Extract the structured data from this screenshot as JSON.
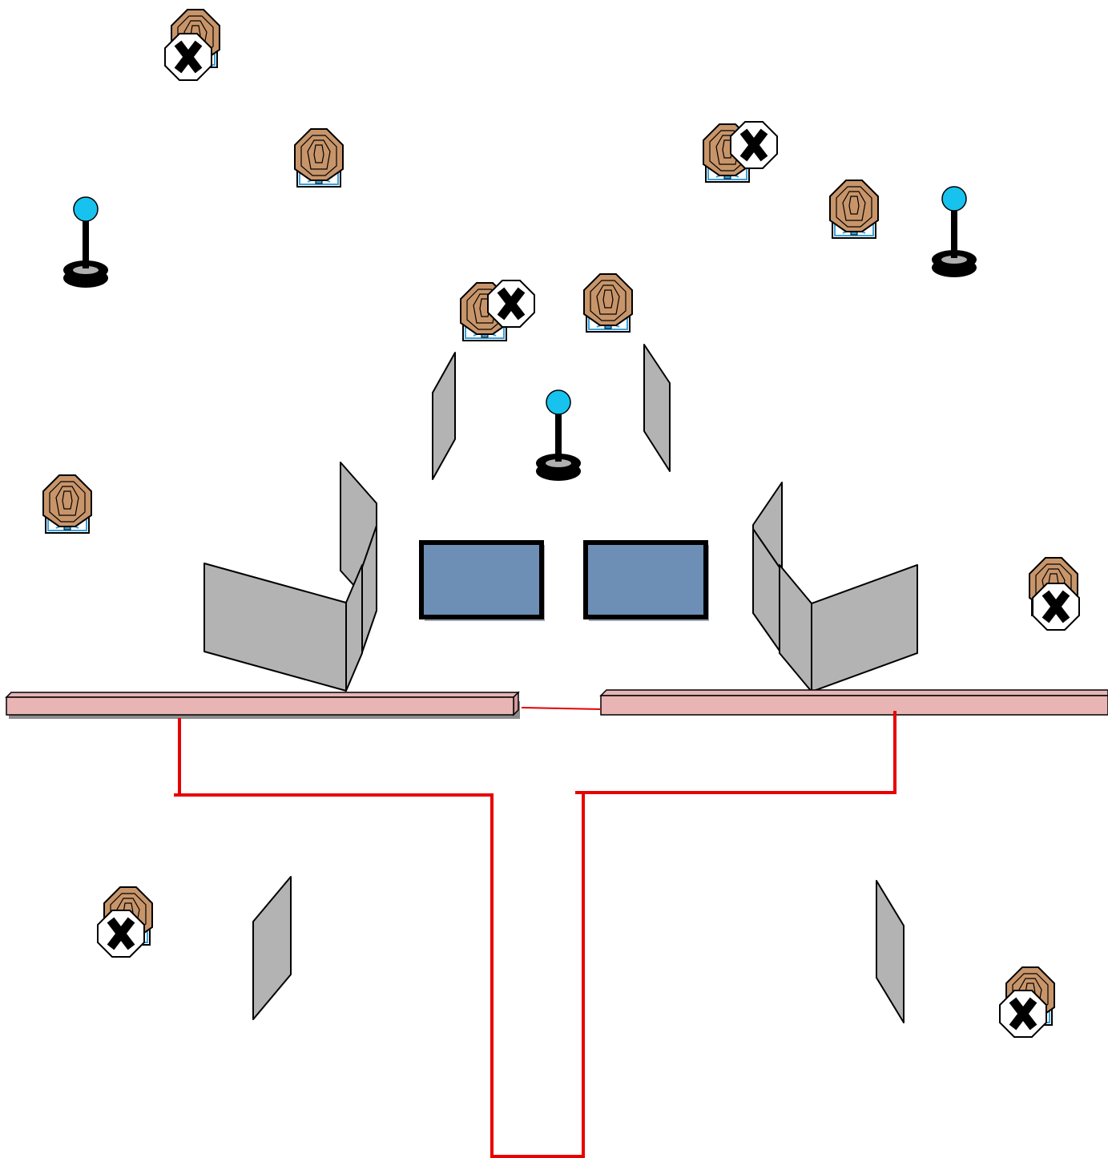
{
  "diagram": {
    "text": "",
    "targets": [
      {
        "name": "target-top-left",
        "no_shoot": true
      },
      {
        "name": "target-upper-left",
        "no_shoot": false
      },
      {
        "name": "target-upper-right-a",
        "no_shoot": true
      },
      {
        "name": "target-upper-right-b",
        "no_shoot": false
      },
      {
        "name": "target-center-left",
        "no_shoot": true
      },
      {
        "name": "target-center-right",
        "no_shoot": false
      },
      {
        "name": "target-mid-left",
        "no_shoot": false
      },
      {
        "name": "target-mid-right",
        "no_shoot": true
      },
      {
        "name": "target-lower-left",
        "no_shoot": true
      },
      {
        "name": "target-lower-right",
        "no_shoot": true
      }
    ],
    "poppers": [
      {
        "name": "popper-left"
      },
      {
        "name": "popper-right"
      },
      {
        "name": "popper-center"
      }
    ],
    "colors": {
      "target_fill": "#c8956a",
      "target_stand": "#3aa0d8",
      "no_shoot_fill": "#ffffff",
      "popper_head": "#17c3ee",
      "barricade": "#b3b3b3",
      "window": "#6e8fb5",
      "fault_line": "#e80000",
      "wall": "#e8b4b4"
    }
  }
}
